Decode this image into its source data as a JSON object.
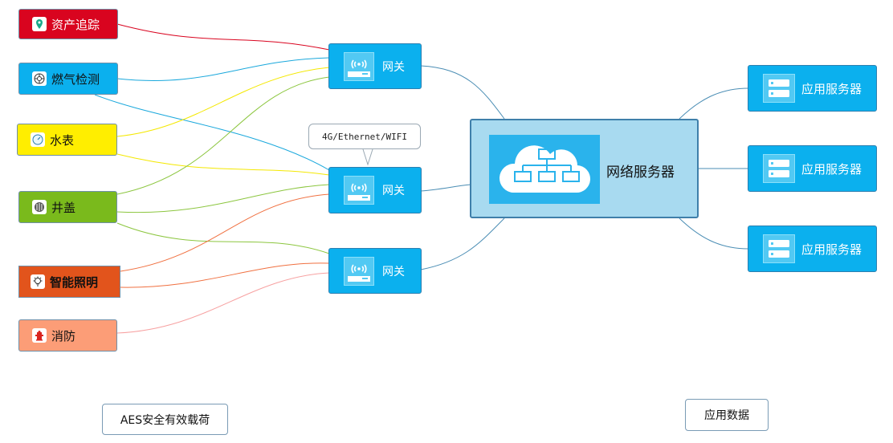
{
  "devices": [
    {
      "id": "asset",
      "label": "资产追踪",
      "bg": "#d9041f",
      "text": "#ffffff"
    },
    {
      "id": "gas",
      "label": "燃气检测",
      "bg": "#0bb0ee",
      "text": "#111111"
    },
    {
      "id": "water",
      "label": "水表",
      "bg": "#ffee00",
      "text": "#111111"
    },
    {
      "id": "manhole",
      "label": "井盖",
      "bg": "#7aba1c",
      "text": "#111111"
    },
    {
      "id": "lighting",
      "label": "智能照明",
      "bg": "#e2541c",
      "text": "#111111"
    },
    {
      "id": "fire",
      "label": "消防",
      "bg": "#fc9d77",
      "text": "#111111"
    }
  ],
  "gateways": [
    {
      "label": "网关"
    },
    {
      "label": "网关"
    },
    {
      "label": "网关"
    }
  ],
  "callout": "4G/Ethernet/WIFI",
  "network_server": {
    "label": "网络服务器"
  },
  "app_servers": [
    {
      "label": "应用服务器"
    },
    {
      "label": "应用服务器"
    },
    {
      "label": "应用服务器"
    }
  ],
  "footer_left": "AES安全有效载荷",
  "footer_right": "应用数据",
  "colors": {
    "gateway": "#0bb0ee",
    "server_bg": "#a8daf0",
    "line_asset": "#d9041f",
    "line_gas": "#1aa8dc",
    "line_water": "#f4e800",
    "line_manhole": "#8cc63f",
    "line_lighting": "#f07040",
    "line_fire": "#f7a1a1",
    "line_backbone": "#4a8db4"
  },
  "icons": [
    "location-pin-icon",
    "gas-sensor-icon",
    "water-meter-icon",
    "manhole-cover-icon",
    "light-bulb-icon",
    "fire-hydrant-icon",
    "wifi-router-icon",
    "cloud-network-icon",
    "server-rack-icon"
  ]
}
